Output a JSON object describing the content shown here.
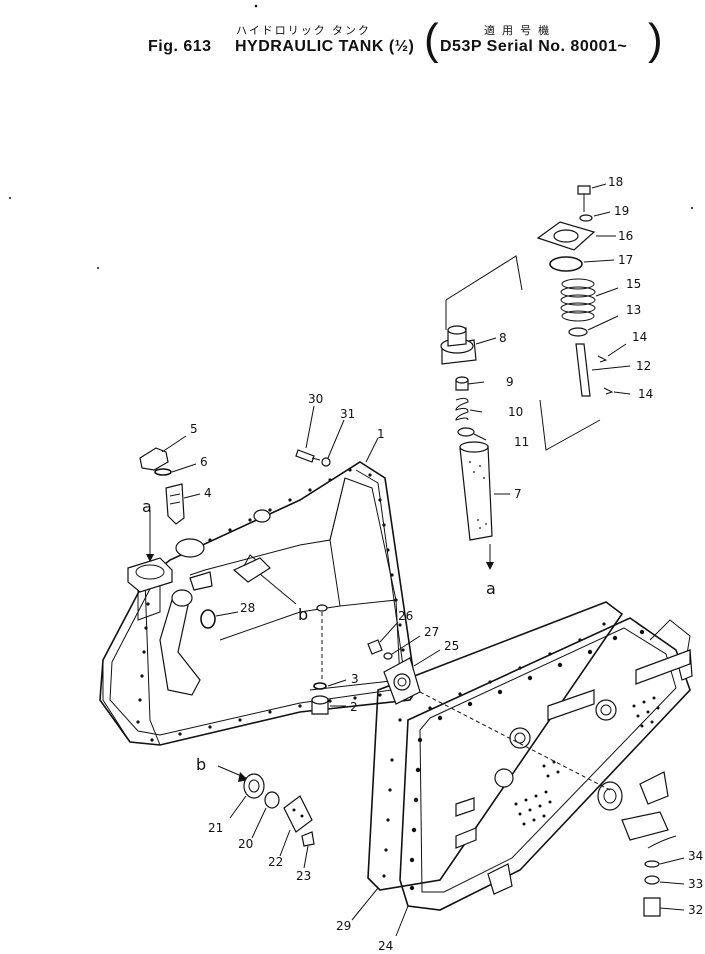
{
  "header": {
    "jp_title": "ハイドロリック タンク",
    "jp_applies": "適 用 号 機",
    "fig_label": "Fig. 613",
    "title": "HYDRAULIC TANK (½)",
    "paren_open": "(",
    "serial": "D53P Serial No. 80001~",
    "paren_close": ")"
  },
  "callouts": {
    "a_top": "a",
    "a_bottom": "a",
    "b_left": "b",
    "b_mid": "b"
  },
  "part_labels": [
    {
      "id": "p1",
      "text": "1"
    },
    {
      "id": "p2",
      "text": "2"
    },
    {
      "id": "p3",
      "text": "3"
    },
    {
      "id": "p4",
      "text": "4"
    },
    {
      "id": "p5",
      "text": "5"
    },
    {
      "id": "p6",
      "text": "6"
    },
    {
      "id": "p7",
      "text": "7"
    },
    {
      "id": "p8",
      "text": "8"
    },
    {
      "id": "p9",
      "text": "9"
    },
    {
      "id": "p10",
      "text": "10"
    },
    {
      "id": "p11",
      "text": "11"
    },
    {
      "id": "p12",
      "text": "12"
    },
    {
      "id": "p13",
      "text": "13"
    },
    {
      "id": "p14a",
      "text": "14"
    },
    {
      "id": "p14b",
      "text": "14"
    },
    {
      "id": "p15",
      "text": "15"
    },
    {
      "id": "p16",
      "text": "16"
    },
    {
      "id": "p17",
      "text": "17"
    },
    {
      "id": "p18",
      "text": "18"
    },
    {
      "id": "p19",
      "text": "19"
    },
    {
      "id": "p20",
      "text": "20"
    },
    {
      "id": "p21",
      "text": "21"
    },
    {
      "id": "p22",
      "text": "22"
    },
    {
      "id": "p23",
      "text": "23"
    },
    {
      "id": "p24",
      "text": "24"
    },
    {
      "id": "p25",
      "text": "25"
    },
    {
      "id": "p26",
      "text": "26"
    },
    {
      "id": "p27",
      "text": "27"
    },
    {
      "id": "p28",
      "text": "28"
    },
    {
      "id": "p29",
      "text": "29"
    },
    {
      "id": "p30",
      "text": "30"
    },
    {
      "id": "p31",
      "text": "31"
    },
    {
      "id": "p32",
      "text": "32"
    },
    {
      "id": "p33",
      "text": "33"
    },
    {
      "id": "p34",
      "text": "34"
    }
  ]
}
